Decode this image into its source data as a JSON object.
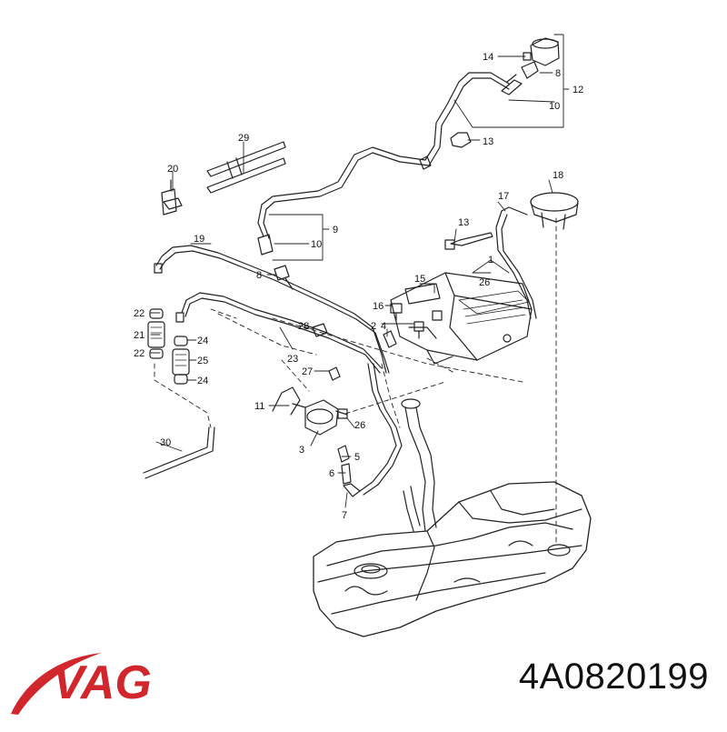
{
  "diagram": {
    "callouts": {
      "c1": "1",
      "c2": "2",
      "c3": "3",
      "c4": "4",
      "c5": "5",
      "c6": "6",
      "c7": "7",
      "c8a": "8",
      "c8b": "8",
      "c9": "9",
      "c10a": "10",
      "c10b": "10",
      "c11": "11",
      "c12": "12",
      "c13a": "13",
      "c13b": "13",
      "c14": "14",
      "c15": "15",
      "c16": "16",
      "c17": "17",
      "c18": "18",
      "c19": "19",
      "c20": "20",
      "c21": "21",
      "c22a": "22",
      "c22b": "22",
      "c23": "23",
      "c24a": "24",
      "c24b": "24",
      "c25": "25",
      "c26a": "26",
      "c26b": "26",
      "c27": "27",
      "c28": "28",
      "c29": "29",
      "c30": "30"
    }
  },
  "brand": {
    "name": "VAG",
    "color": "#d0262c"
  },
  "part_number": "4A0820199"
}
